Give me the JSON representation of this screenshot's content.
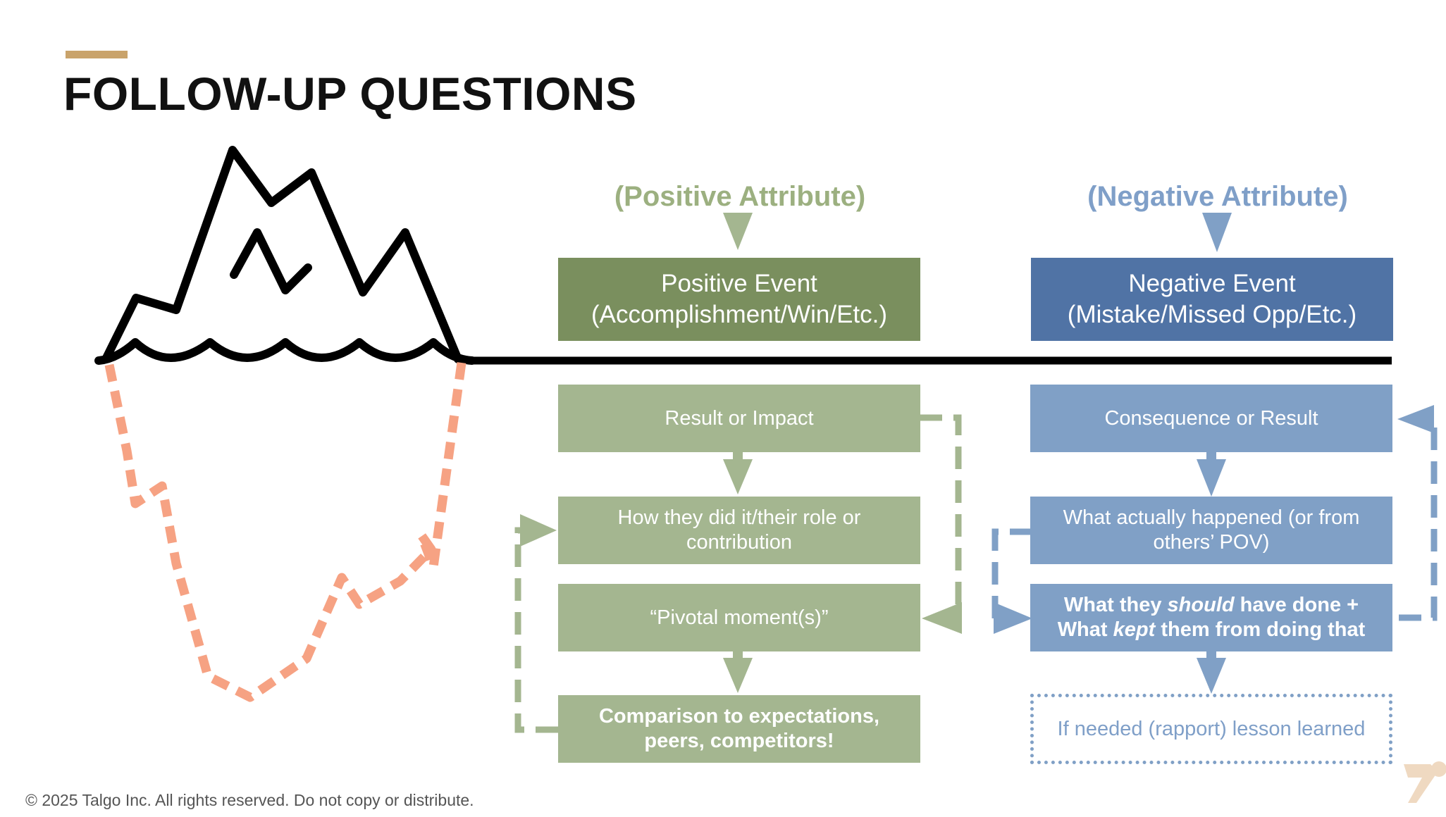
{
  "title": "FOLLOW-UP QUESTIONS",
  "positive": {
    "attribute_label": "(Positive Attribute)",
    "event_line1": "Positive Event",
    "event_line2": "(Accomplishment/Win/Etc.)",
    "result": "Result or Impact",
    "how": "How they did it/their role or contribution",
    "pivotal": "“Pivotal moment(s)”",
    "comparison": "Comparison to expectations, peers, competitors!"
  },
  "negative": {
    "attribute_label": "(Negative Attribute)",
    "event_line1": "Negative Event",
    "event_line2": "(Mistake/Missed Opp/Etc.)",
    "consequence": "Consequence or Result",
    "what_happened": "What actually happened (or from others’ POV)",
    "should_prefix": "What they ",
    "should_em": "should",
    "should_mid": " have done + What ",
    "kept_em": "kept",
    "kept_suffix": " them from doing that",
    "lesson": "If needed (rapport) lesson learned"
  },
  "footer": {
    "copyright": "© 2025 Talgo Inc. All rights reserved. Do not copy or distribute."
  },
  "colors": {
    "positive_dark": "#7a8f5e",
    "positive_light": "#a4b690",
    "negative_dark": "#5073a5",
    "negative_light": "#80a0c6",
    "accent": "#c9a36b",
    "iceberg_underwater": "#f6a283"
  },
  "icons": [
    "iceberg-icon",
    "talgo-logo-icon"
  ]
}
